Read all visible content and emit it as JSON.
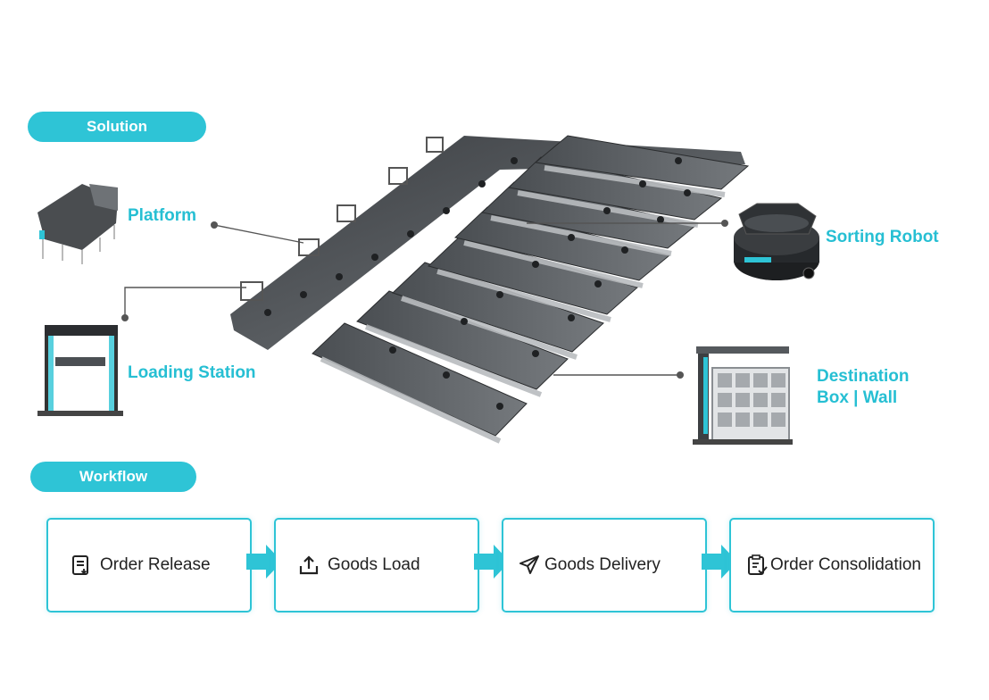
{
  "sections": {
    "solution_label": "Solution",
    "workflow_label": "Workflow"
  },
  "components": {
    "platform": "Platform",
    "loading_station": "Loading Station",
    "sorting_robot": "Sorting Robot",
    "destination_line1": "Destination",
    "destination_line2": "Box | Wall"
  },
  "workflow": {
    "steps": [
      {
        "label": "Order Release",
        "icon": "document-list-icon"
      },
      {
        "label": "Goods Load",
        "icon": "upload-icon"
      },
      {
        "label": "Goods Delivery",
        "icon": "paper-plane-icon"
      },
      {
        "label": "Order Consolidation",
        "icon": "clipboard-check-icon"
      }
    ]
  },
  "colors": {
    "accent": "#2ec4d6",
    "platform_dark": "#3a3d40",
    "platform_light": "#6f7377"
  }
}
